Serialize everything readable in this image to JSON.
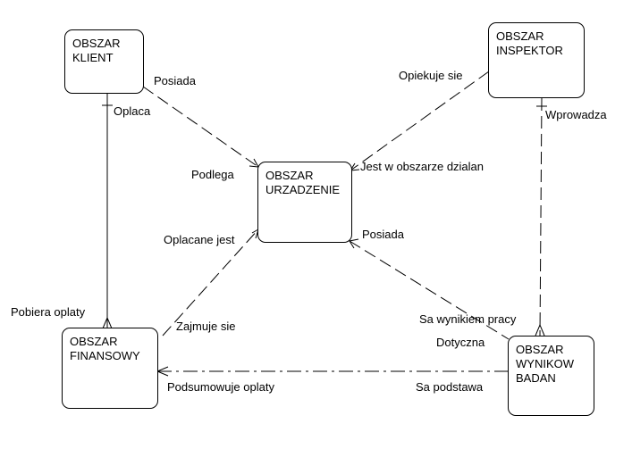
{
  "entities": {
    "klient": [
      "OBSZAR",
      "KLIENT"
    ],
    "inspektor": [
      "OBSZAR",
      "INSPEKTOR"
    ],
    "urzadzenie": [
      "OBSZAR",
      "URZADZENIE"
    ],
    "finansowy": [
      "OBSZAR",
      "FINANSOWY"
    ],
    "wynikow_badan": [
      "OBSZAR",
      "WYNIKOW",
      "BADAN"
    ]
  },
  "relationships": {
    "posiada_klient": "Posiada",
    "oplaca": "Oplaca",
    "opiekuje_sie": "Opiekuje sie",
    "wprowadza": "Wprowadza",
    "podlega": "Podlega",
    "jest_w_obszarze": "Jest w obszarze dzialan",
    "oplacane_jest": "Oplacane jest",
    "posiada_urzadzenie": "Posiada",
    "pobiera_oplaty": "Pobiera oplaty",
    "zajmuje_sie": "Zajmuje sie",
    "sa_wynikiem_pracy": "Sa wynikiem pracy",
    "dotyczna": "Dotyczna",
    "podsumowuje_oplaty": "Podsumowuje oplaty",
    "sa_podstawa": "Sa podstawa"
  }
}
